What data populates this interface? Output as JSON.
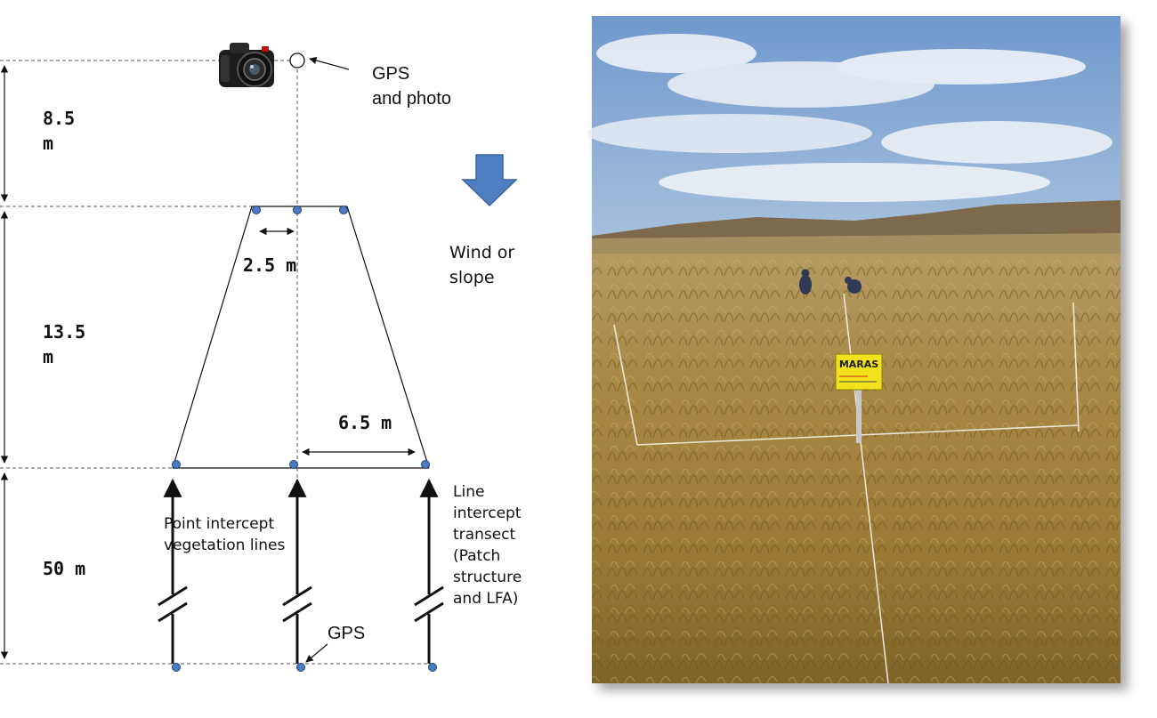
{
  "labels": {
    "height_top": [
      "8.5",
      "m"
    ],
    "height_mid": [
      "13.5",
      "m"
    ],
    "height_bottom": "50 m",
    "gps_photo": [
      "GPS",
      "and photo"
    ],
    "wind": [
      "Wind or",
      "slope"
    ],
    "width_small": "2.5 m",
    "width_large": "6.5 m",
    "point_intercept": [
      "Point intercept",
      "vegetation lines"
    ],
    "line_intercept": [
      "Line",
      "intercept",
      "transect",
      "(Patch",
      "structure",
      "and LFA)"
    ],
    "gps_bottom": "GPS",
    "sign_text": "MARAS"
  },
  "colors": {
    "dot": "#4a7cc4",
    "arrow_fill": "#4f7fc2",
    "sign": "#f2e21a",
    "sky": "#9cb8d8",
    "grass": "#b08a44"
  },
  "icons": {
    "camera": "camera-icon",
    "wind_arrow": "down-arrow-icon"
  }
}
